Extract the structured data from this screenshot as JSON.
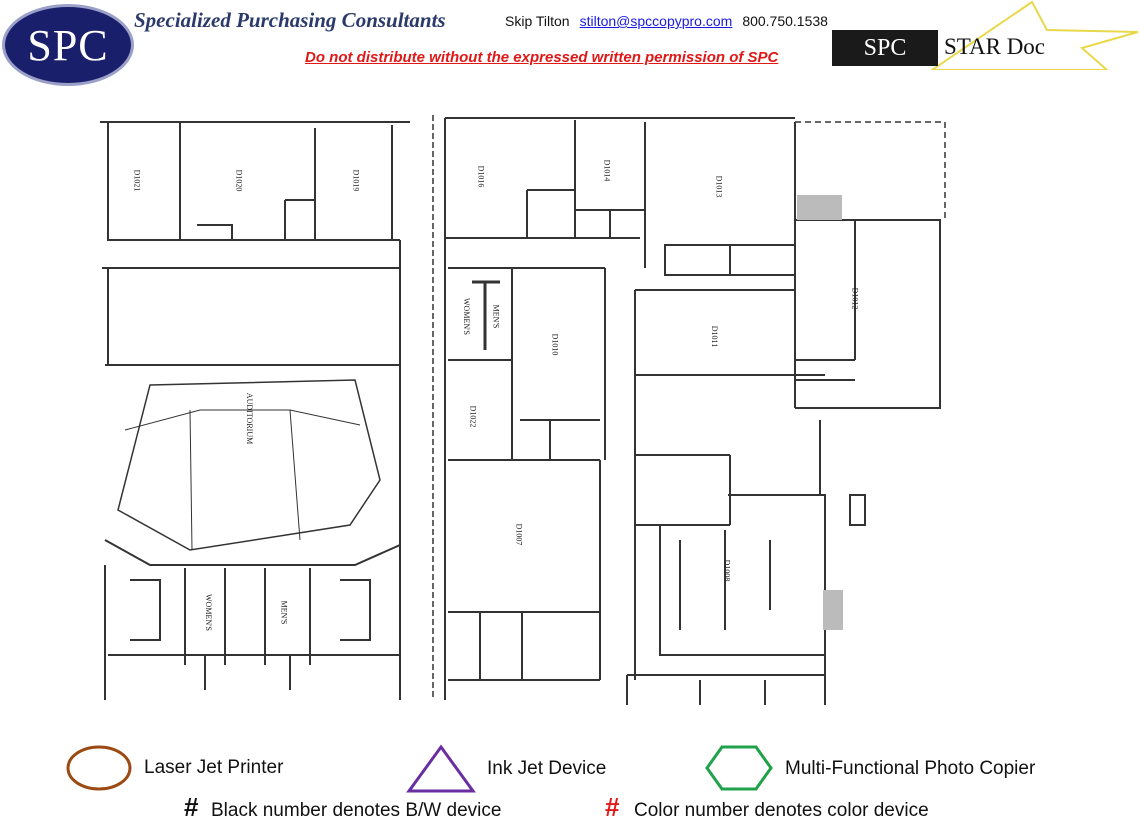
{
  "header": {
    "logo_text": "SPC",
    "company": "Specialized Purchasing Consultants",
    "contact_name": "Skip Tilton",
    "contact_email": "stilton@spccopypro.com",
    "contact_phone": "800.750.1538",
    "warning": "Do not distribute without the expressed written permission of SPC",
    "stardoc_logo": "SPC",
    "stardoc_title": "STAR Doc"
  },
  "floorplan": {
    "rooms": {
      "d1021": "D1021",
      "d1020": "D1020",
      "d1019": "D1019",
      "d1016": "D1016",
      "d1014": "D1014",
      "d1013": "D1013",
      "d1012": "D1012",
      "d1011": "D1011",
      "d1010": "D1010",
      "d1022": "D1022",
      "d1007": "D1007",
      "d1008": "D1008",
      "auditorium": "AUDITORIUM",
      "womens_1": "WOMEN'S",
      "mens_1": "MEN'S",
      "womens_2": "WOMEN'S",
      "mens_2": "MEN'S"
    }
  },
  "legend": {
    "laser": "Laser Jet Printer",
    "inkjet": "Ink Jet Device",
    "mfp": "Multi-Functional Photo Copier",
    "hash": "#",
    "bw_note": "Black number denotes B/W device",
    "color_note": "Color number denotes color device",
    "colors": {
      "laser": "#9a4a12",
      "inkjet": "#6a2ea0",
      "mfp": "#1fa24a",
      "color_hash": "#e01818"
    }
  }
}
